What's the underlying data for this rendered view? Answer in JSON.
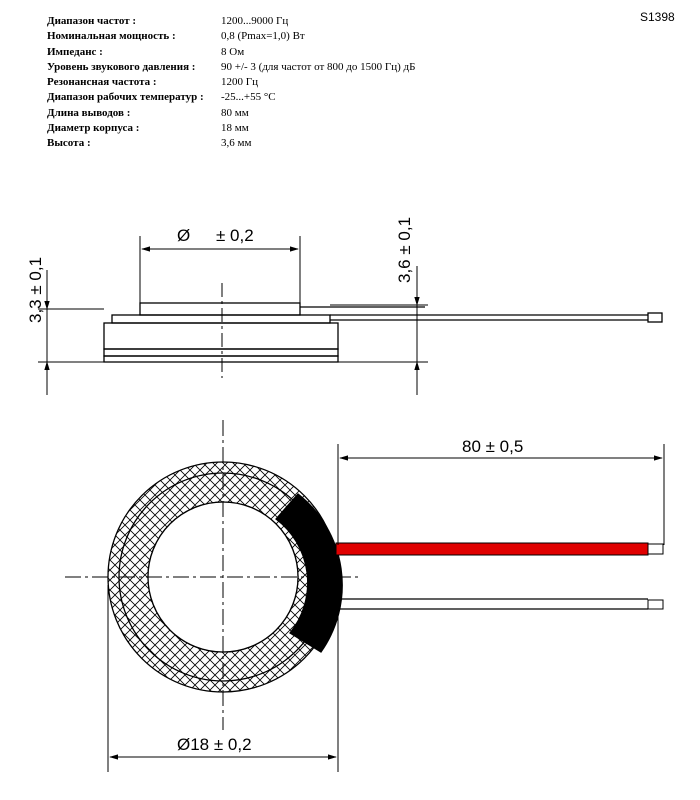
{
  "part_code": "S1398",
  "specs": [
    {
      "label": "Диапазон частот :",
      "value": "1200...9000 Гц"
    },
    {
      "label": "Номинальная мощность :",
      "value": "0,8 (Pmax=1,0) Вт"
    },
    {
      "label": "Импеданс :",
      "value": "8 Ом"
    },
    {
      "label": "Уровень звукового давления :",
      "value": "90 +/- 3 (для частот от 800 до 1500 Гц) дБ"
    },
    {
      "label": "Резонансная частота :",
      "value": "1200 Гц"
    },
    {
      "label": "Диапазон рабочих температур :",
      "value": "-25...+55 °C"
    },
    {
      "label": "Длина выводов :",
      "value": "80 мм"
    },
    {
      "label": "Диаметр корпуса :",
      "value": "18 мм"
    },
    {
      "label": "Высота :",
      "value": "3,6 мм"
    }
  ],
  "dimensions": {
    "inner_diameter_symbol": "Ø",
    "inner_diameter_tol": "± 0,2",
    "body_height": "3,3 ± 0,1",
    "total_height": "3,6 ± 0,1",
    "lead_length": "80 ± 0,5",
    "outer_diameter": "Ø18 ± 0,2"
  },
  "colors": {
    "lead_red": "#e00000",
    "lead_black": "#000000",
    "line": "#000000"
  }
}
